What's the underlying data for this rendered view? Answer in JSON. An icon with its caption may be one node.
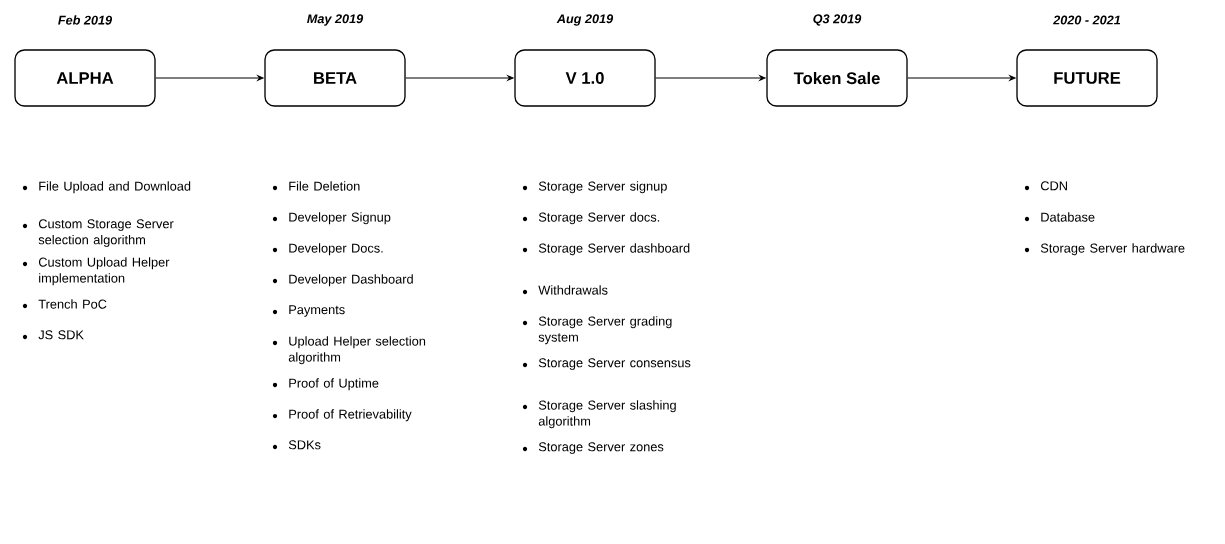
{
  "diagram": {
    "nodes": [
      {
        "text": [
          "ALPHA"
        ],
        "beside": [
          "Feb 2019"
        ]
      },
      {
        "text": [
          "BETA"
        ],
        "beside": [
          "May 2019"
        ]
      },
      {
        "text": [
          "V 1.0"
        ],
        "beside": [
          "Aug 2019"
        ]
      },
      {
        "text": [
          "Token Sale"
        ],
        "beside": [
          "Q3 2019"
        ]
      },
      {
        "text": [
          "FUTURE"
        ],
        "beside": [
          "2020 - 2021"
        ]
      }
    ],
    "edges": [
      {
        "from": 0,
        "to": 1,
        "arrow": "to"
      },
      {
        "from": 1,
        "to": 2,
        "arrow": "to"
      },
      {
        "from": 2,
        "to": 3,
        "arrow": "to"
      },
      {
        "from": 3,
        "to": 4,
        "arrow": "to"
      }
    ],
    "labels": [
      "File Upload and Download",
      "Custom Storage Server selection algorithm",
      "Custom Upload Helper implementation",
      "Trench PoC",
      "JS SDK",
      "File Deletion",
      "Developer Signup",
      "Developer Docs.",
      "Developer Dashboard",
      "Payments",
      "Upload Helper selection algorithm",
      "Proof of Uptime",
      "Proof of Retrievability",
      "SDKs",
      "Storage Server signup",
      "Storage Server docs.",
      "Storage Server dashboard",
      "Withdrawals",
      "Storage Server grading system",
      "Storage Server consensus",
      "Storage Server slashing algorithm",
      "Storage Server zones",
      "CDN",
      "Database",
      "Storage Server hardware"
    ]
  }
}
